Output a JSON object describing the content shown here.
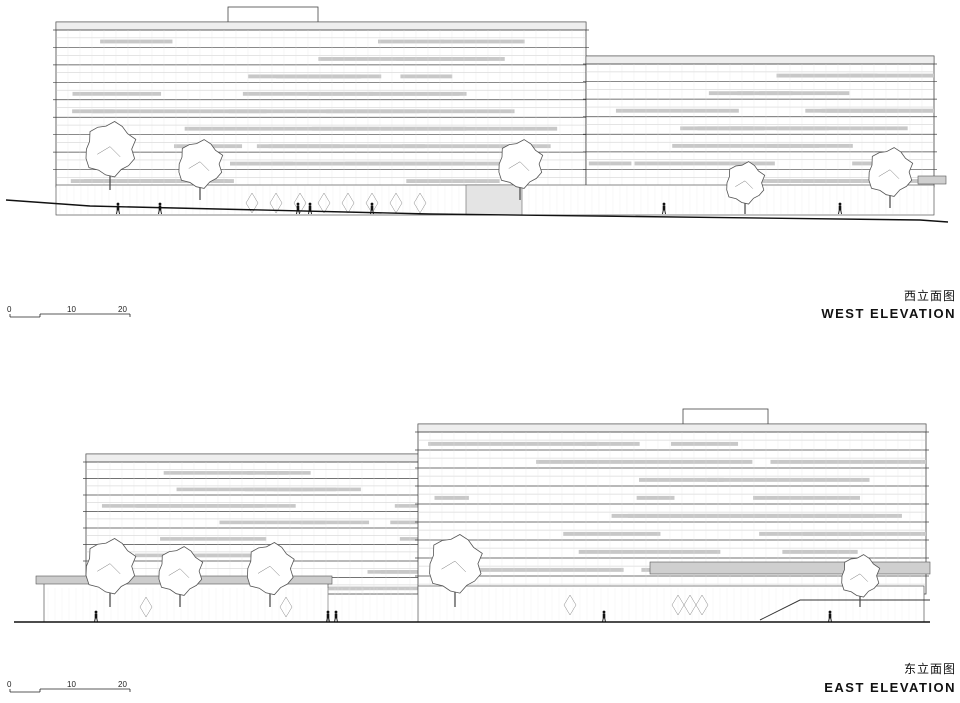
{
  "west": {
    "title_cn": "西立面图",
    "title_en": "WEST ELEVATION"
  },
  "east": {
    "title_cn": "东立面图",
    "title_en": "EAST ELEVATION"
  },
  "scale": {
    "ticks": [
      "0",
      "10",
      "20"
    ]
  }
}
